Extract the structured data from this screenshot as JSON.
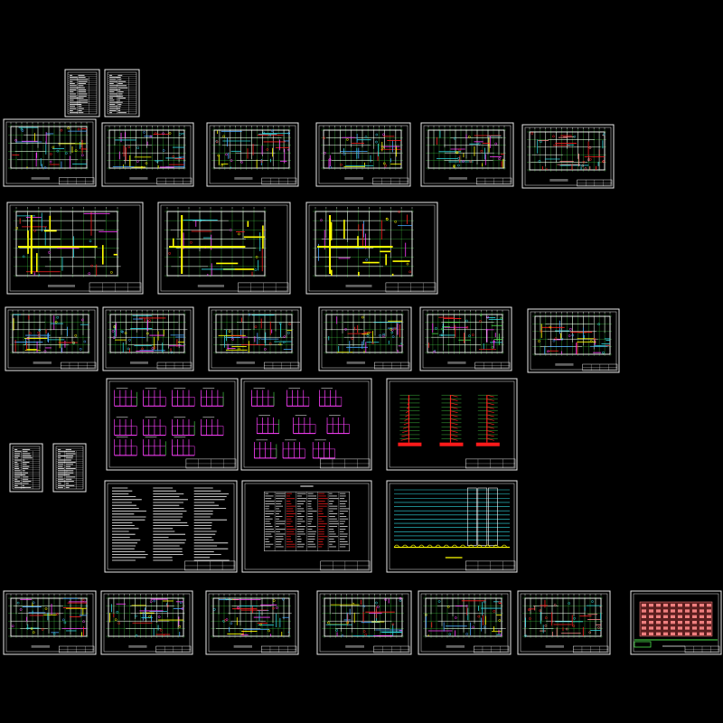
{
  "canvas": {
    "background": "#000000"
  },
  "palette": {
    "frame": "#e8e8e8",
    "wall": "#ffffff",
    "grid": "#4de34d",
    "pipe_cyan": "#31d8e0",
    "pipe_yellow": "#ffff00",
    "pipe_red": "#ff2020",
    "pipe_magenta": "#ff40ff",
    "pipe_blue": "#4aa8ff",
    "text_white": "#ffffff",
    "riser_red": "#ff1a1a",
    "elev_pink": "#ff8a8a"
  },
  "sheets": [
    {
      "id": "index-1",
      "type": "table"
    },
    {
      "id": "index-2",
      "type": "table"
    },
    {
      "id": "floor-plan-row1-1",
      "type": "plan",
      "accent": "cyan"
    },
    {
      "id": "floor-plan-row1-2",
      "type": "plan",
      "accent": "cyan"
    },
    {
      "id": "floor-plan-row1-3",
      "type": "plan",
      "accent": "cyan"
    },
    {
      "id": "floor-plan-row1-4",
      "type": "plan",
      "accent": "cyan"
    },
    {
      "id": "floor-plan-row1-5",
      "type": "plan",
      "accent": "yellow"
    },
    {
      "id": "floor-plan-row1-6",
      "type": "plan",
      "accent": "pink"
    },
    {
      "id": "basement-plan-1",
      "type": "plan-large",
      "accent": "yellow"
    },
    {
      "id": "basement-plan-2",
      "type": "plan-large",
      "accent": "yellow"
    },
    {
      "id": "basement-plan-3",
      "type": "plan-large",
      "accent": "mixed"
    },
    {
      "id": "floor-plan-row3-1",
      "type": "plan",
      "accent": "cyan"
    },
    {
      "id": "floor-plan-row3-2",
      "type": "plan",
      "accent": "cyan"
    },
    {
      "id": "floor-plan-row3-3",
      "type": "plan",
      "accent": "cyan"
    },
    {
      "id": "floor-plan-row3-4",
      "type": "plan",
      "accent": "cyan"
    },
    {
      "id": "floor-plan-row3-5",
      "type": "plan",
      "accent": "green"
    },
    {
      "id": "floor-plan-row3-6",
      "type": "plan",
      "accent": "cyan"
    },
    {
      "id": "system-diagram-1",
      "type": "riser-blocks"
    },
    {
      "id": "system-diagram-2",
      "type": "riser-blocks-2"
    },
    {
      "id": "riser-diagram",
      "type": "risers"
    },
    {
      "id": "index-3",
      "type": "table"
    },
    {
      "id": "index-4",
      "type": "table"
    },
    {
      "id": "design-notes",
      "type": "notes"
    },
    {
      "id": "material-table",
      "type": "schedule"
    },
    {
      "id": "hydraulic-profile",
      "type": "profile"
    },
    {
      "id": "floor-plan-row6-1",
      "type": "plan",
      "accent": "cyan"
    },
    {
      "id": "floor-plan-row6-2",
      "type": "plan",
      "accent": "cyan"
    },
    {
      "id": "floor-plan-row6-3",
      "type": "plan",
      "accent": "cyan"
    },
    {
      "id": "floor-plan-row6-4",
      "type": "plan",
      "accent": "cyan"
    },
    {
      "id": "floor-plan-row6-5",
      "type": "plan",
      "accent": "cyan"
    },
    {
      "id": "floor-plan-row6-6",
      "type": "plan",
      "accent": "pink"
    },
    {
      "id": "elevation",
      "type": "elevation"
    }
  ]
}
